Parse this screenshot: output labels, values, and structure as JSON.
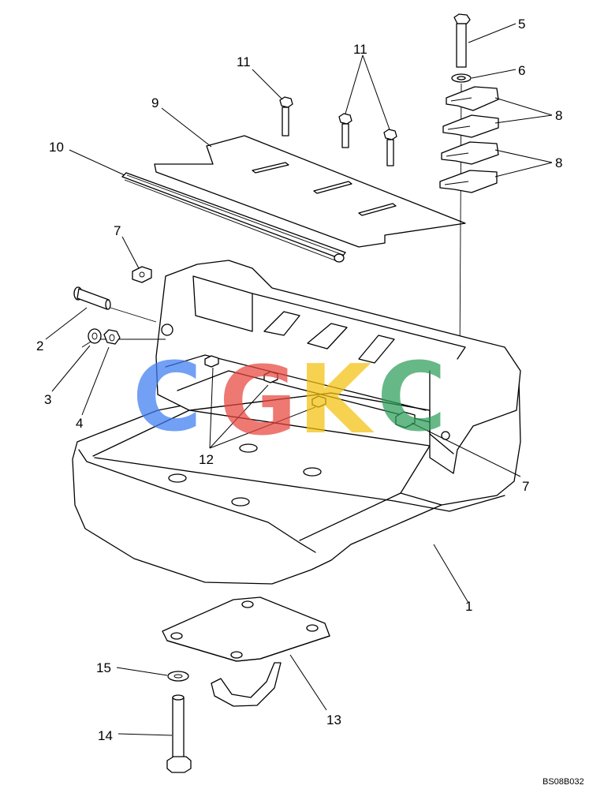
{
  "drawing_code": "BS08B032",
  "watermark": {
    "letters": [
      "C",
      "G",
      "K",
      "C"
    ],
    "colors": [
      "#3d7cf0",
      "#e8453c",
      "#f4c20d",
      "#2e9e5a"
    ]
  },
  "callouts": {
    "c1": "1",
    "c2": "2",
    "c3": "3",
    "c4": "4",
    "c5": "5",
    "c6": "6",
    "c7a": "7",
    "c7b": "7",
    "c8a": "8",
    "c8b": "8",
    "c9": "9",
    "c10": "10",
    "c11a": "11",
    "c11b": "11",
    "c12": "12",
    "c13": "13",
    "c14": "14",
    "c15": "15"
  }
}
